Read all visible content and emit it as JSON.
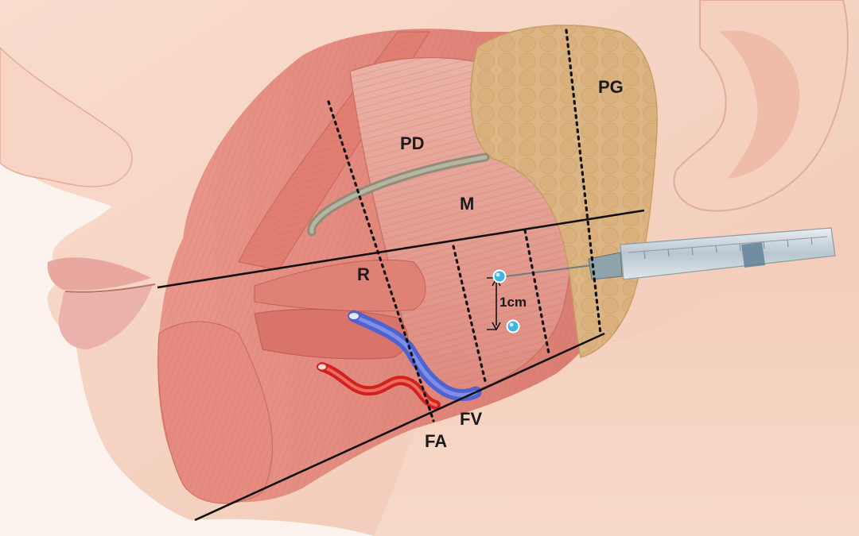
{
  "labels": {
    "pg": "PG",
    "pd": "PD",
    "m": "M",
    "r": "R",
    "fa": "FA",
    "fv": "FV",
    "distance": "1cm"
  },
  "colors": {
    "skin": "#f6d2c1",
    "skin_shadow": "#e9b39e",
    "muscle": "#e48c80",
    "muscle_dark": "#c8615a",
    "parotid_gland": "#d9b07c",
    "duct": "#9c9a86",
    "artery": "#d92b2b",
    "vein": "#5a6fd6",
    "injection_point": "#3fb5e6",
    "guide_line": "#111111",
    "syringe_barrel": "#cfd8de"
  },
  "icons": {
    "injection_point": "injection-point-icon",
    "syringe": "syringe-icon"
  }
}
